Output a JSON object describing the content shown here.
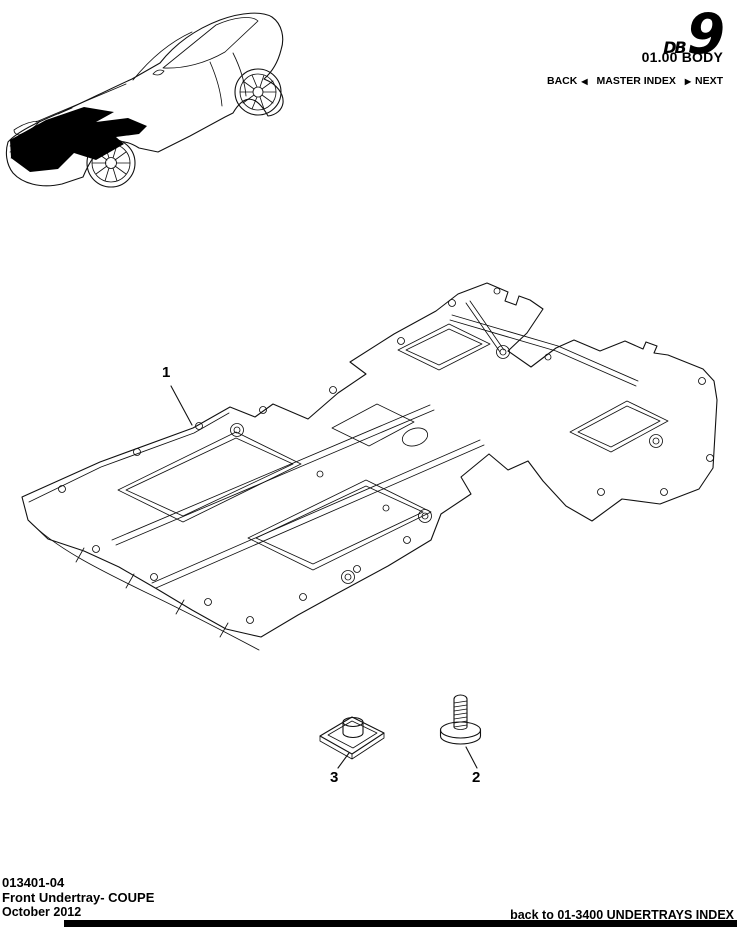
{
  "colors": {
    "ink": "#000000",
    "paper": "#ffffff"
  },
  "header": {
    "logo_db": "DB",
    "logo_9": "9",
    "section": "01.00 BODY",
    "nav": {
      "back": "BACK",
      "back_arrow": "◀",
      "master_index": "MASTER INDEX",
      "next_arrow": "▶",
      "next": "NEXT"
    }
  },
  "callouts": {
    "undertray": "1",
    "screw": "2",
    "clip": "3"
  },
  "footer": {
    "doc_number": "013401-04",
    "title": "Front Undertray- COUPE",
    "date": "October 2012",
    "index_link": "back to 01-3400 UNDERTRAYS INDEX"
  }
}
